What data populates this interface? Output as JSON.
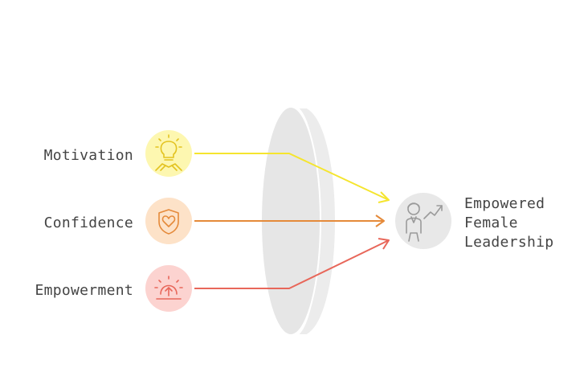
{
  "inputs": [
    {
      "label": "Motivation",
      "icon": "lightbulb-hand-icon",
      "color": "#f5e52e",
      "fill": "#fdf7b0"
    },
    {
      "label": "Confidence",
      "icon": "heart-shield-icon",
      "color": "#e58a3a",
      "fill": "#fde2c8"
    },
    {
      "label": "Empowerment",
      "icon": "rising-sun-arrow-icon",
      "color": "#e8675a",
      "fill": "#fcd3d0"
    }
  ],
  "outcome": {
    "lines": [
      "Empowered",
      "Female",
      "Leadership"
    ],
    "icon": "businesswoman-growth-icon",
    "fill": "#e8e8e8"
  },
  "lens": {
    "icon": "lens-shape",
    "color": "#e9e9e9"
  }
}
